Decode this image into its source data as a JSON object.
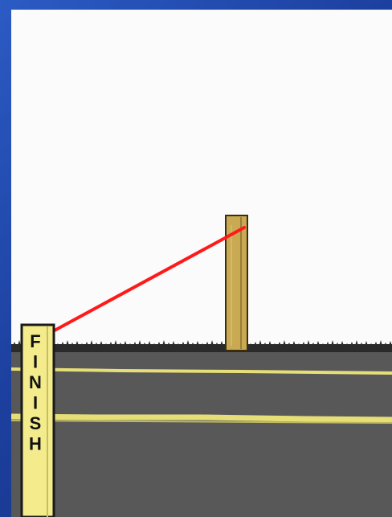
{
  "scene": {
    "sign_letters": [
      "F",
      "I",
      "N",
      "I",
      "S",
      "H"
    ],
    "colors": {
      "frame_blue": "#1f3c8a",
      "sky": "#fbfbfb",
      "track_gray": "#585858",
      "lane_yellow": "#e6df78",
      "post_tan": "#c9aa52",
      "sign_yellow": "#f4ec8c",
      "string_red": "#ff1a1a",
      "grass_dark": "#2a2a2a"
    }
  }
}
